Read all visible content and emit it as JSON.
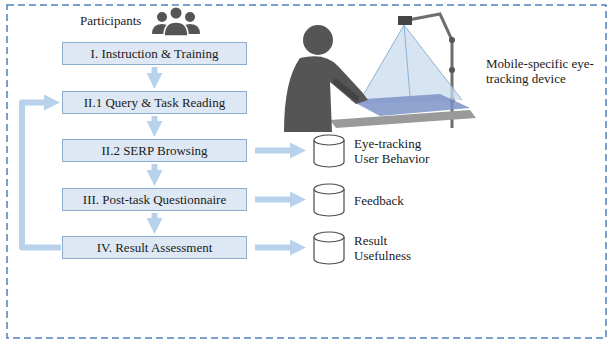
{
  "diagram": {
    "nodes": [
      {
        "text": [
          "I. Instruction & Training"
        ]
      },
      {
        "text": [
          "II.1 Query & Task Reading"
        ]
      },
      {
        "text": [
          "II.2 SERP Browsing"
        ]
      },
      {
        "text": [
          "III. Post-task Questionnaire"
        ]
      },
      {
        "text": [
          "IV. Result Assessment"
        ]
      },
      {
        "text": [
          "Eye-tracking User Behavior"
        ]
      },
      {
        "text": [
          "Feedback"
        ]
      },
      {
        "text": [
          "Result Usefulness"
        ]
      }
    ],
    "edges": [
      {
        "from": 0,
        "to": 1,
        "arrow": "to"
      },
      {
        "from": 1,
        "to": 2,
        "arrow": "to"
      },
      {
        "from": 2,
        "to": 3,
        "arrow": "to"
      },
      {
        "from": 3,
        "to": 4,
        "arrow": "to"
      },
      {
        "from": 4,
        "to": 1,
        "arrow": "to"
      },
      {
        "from": 2,
        "to": 5,
        "arrow": "to"
      },
      {
        "from": 3,
        "to": 6,
        "arrow": "to"
      },
      {
        "from": 4,
        "to": 7,
        "arrow": "to"
      }
    ],
    "labels": [
      "Participants",
      "Mobile-specific eye-tracking device"
    ]
  }
}
